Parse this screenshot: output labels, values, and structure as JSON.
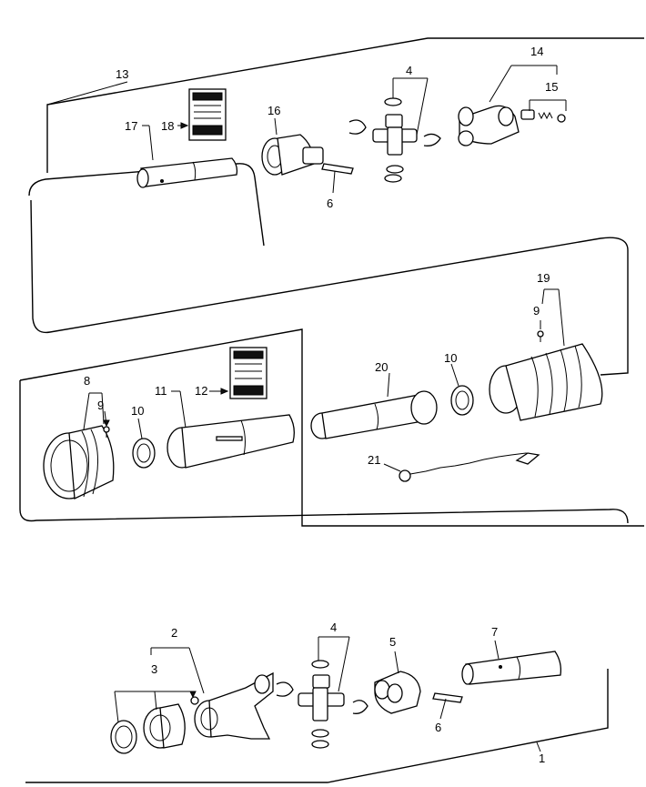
{
  "diagram": {
    "callouts": {
      "c1": "1",
      "c2": "2",
      "c3": "3",
      "c4_top": "4",
      "c4_bottom": "4",
      "c5": "5",
      "c6_top": "6",
      "c6_bottom": "6",
      "c7": "7",
      "c8": "8",
      "c9_left": "9",
      "c9_right": "9",
      "c10_left": "10",
      "c10_right": "10",
      "c11": "11",
      "c12": "12",
      "c13": "13",
      "c14": "14",
      "c15": "15",
      "c16": "16",
      "c17": "17",
      "c18": "18",
      "c19": "19",
      "c20": "20",
      "c21": "21"
    },
    "colors": {
      "ink": "#000000",
      "paper": "#ffffff",
      "shading": "#d9d9d9"
    }
  }
}
